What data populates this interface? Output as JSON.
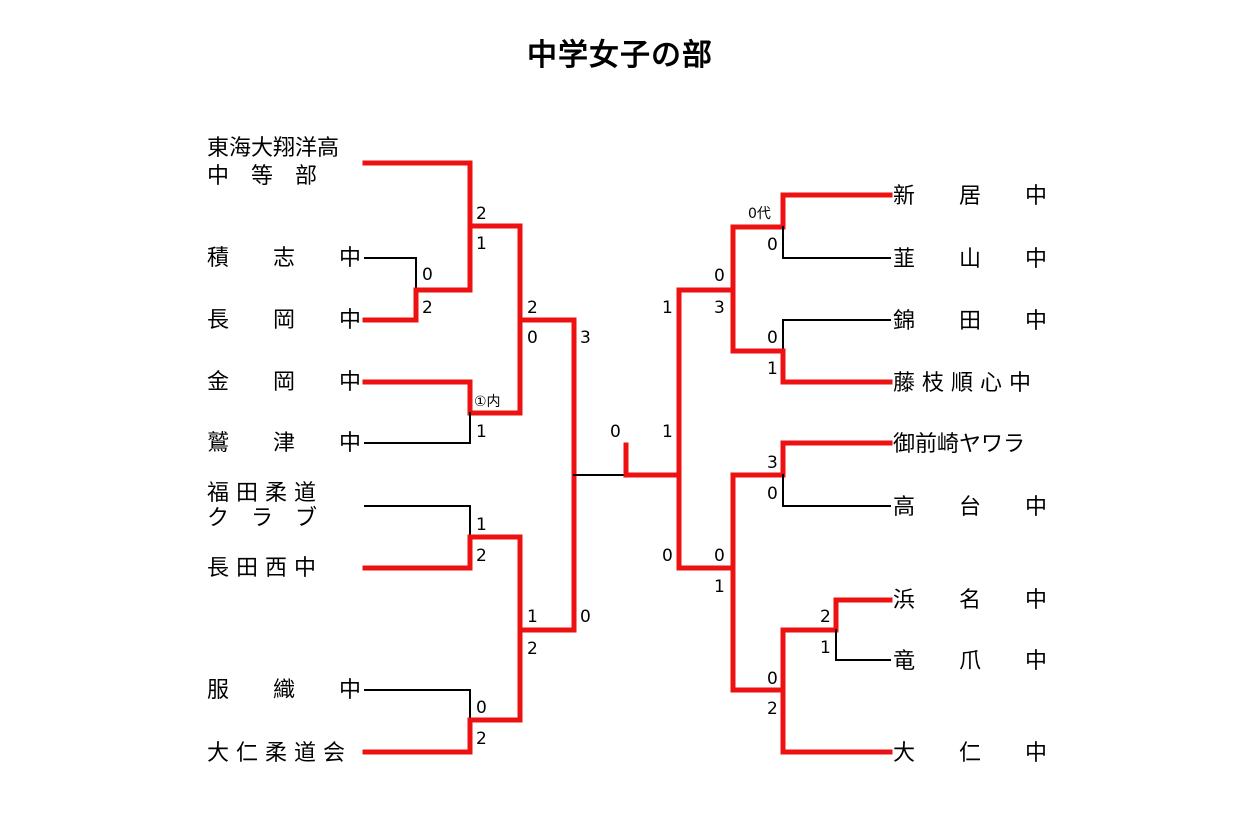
{
  "title": "中学女子の部",
  "left_teams": [
    {
      "lines": [
        "東海大翔洋高",
        "中　等　部"
      ]
    },
    {
      "lines": [
        "積　　志　　中"
      ]
    },
    {
      "lines": [
        "長　　岡　　中"
      ]
    },
    {
      "lines": [
        "金　　岡　　中"
      ]
    },
    {
      "lines": [
        "鷲　　津　　中"
      ]
    },
    {
      "lines": [
        "福 田 柔 道",
        "ク　ラ　ブ"
      ]
    },
    {
      "lines": [
        "長 田 西 中"
      ]
    },
    {
      "lines": [
        "服　　織　　中"
      ]
    },
    {
      "lines": [
        "大 仁 柔 道 会"
      ]
    }
  ],
  "right_teams": [
    {
      "lines": [
        "新　　居　　中"
      ]
    },
    {
      "lines": [
        "韮　　山　　中"
      ]
    },
    {
      "lines": [
        "錦　　田　　中"
      ]
    },
    {
      "lines": [
        "藤 枝 順 心 中"
      ]
    },
    {
      "lines": [
        "御前崎ヤワラ"
      ]
    },
    {
      "lines": [
        "高　　台　　中"
      ]
    },
    {
      "lines": [
        "浜　　名　　中"
      ]
    },
    {
      "lines": [
        "竜　　爪　　中"
      ]
    },
    {
      "lines": [
        "大　　仁　　中"
      ]
    }
  ],
  "scores": {
    "l_r1_sekishi": "0",
    "l_r1_nagaoka": "2",
    "l_r2_tokai": "2",
    "l_r2_nagaoka": "1",
    "l_r2_kanaoka": "①内",
    "l_r2_washizu": "1",
    "l_r2_fukuda": "1",
    "l_r2_nagatanishi": "2",
    "l_r2_hatori": "0",
    "l_r2_ohito": "2",
    "l_r3_tokai": "2",
    "l_r3_kanaoka": "0",
    "l_r3_nagatanishi": "1",
    "l_r3_ohito": "2",
    "l_sf_top": "3",
    "l_sf_bot": "0",
    "final_left": "0",
    "final_right": "1",
    "r_r1_arai": "0代",
    "r_r1_nirayama": "0",
    "r_r1_nishikida": "0",
    "r_r1_fujieda": "1",
    "r_r1_omaezaki": "3",
    "r_r1_takadai": "0",
    "r_r0_hamana": "2",
    "r_r0_ryuso": "1",
    "r_r2_top": "0",
    "r_r2_fujieda": "3",
    "r_r2_omaezaki": "0",
    "r_r2_bot": "1",
    "r_r2_hamana": "0",
    "r_r2_ohito": "2",
    "r_sf_top": "1",
    "r_sf_bot": "0"
  },
  "colors": {
    "winner": "#ee1111",
    "loser": "#000000"
  }
}
